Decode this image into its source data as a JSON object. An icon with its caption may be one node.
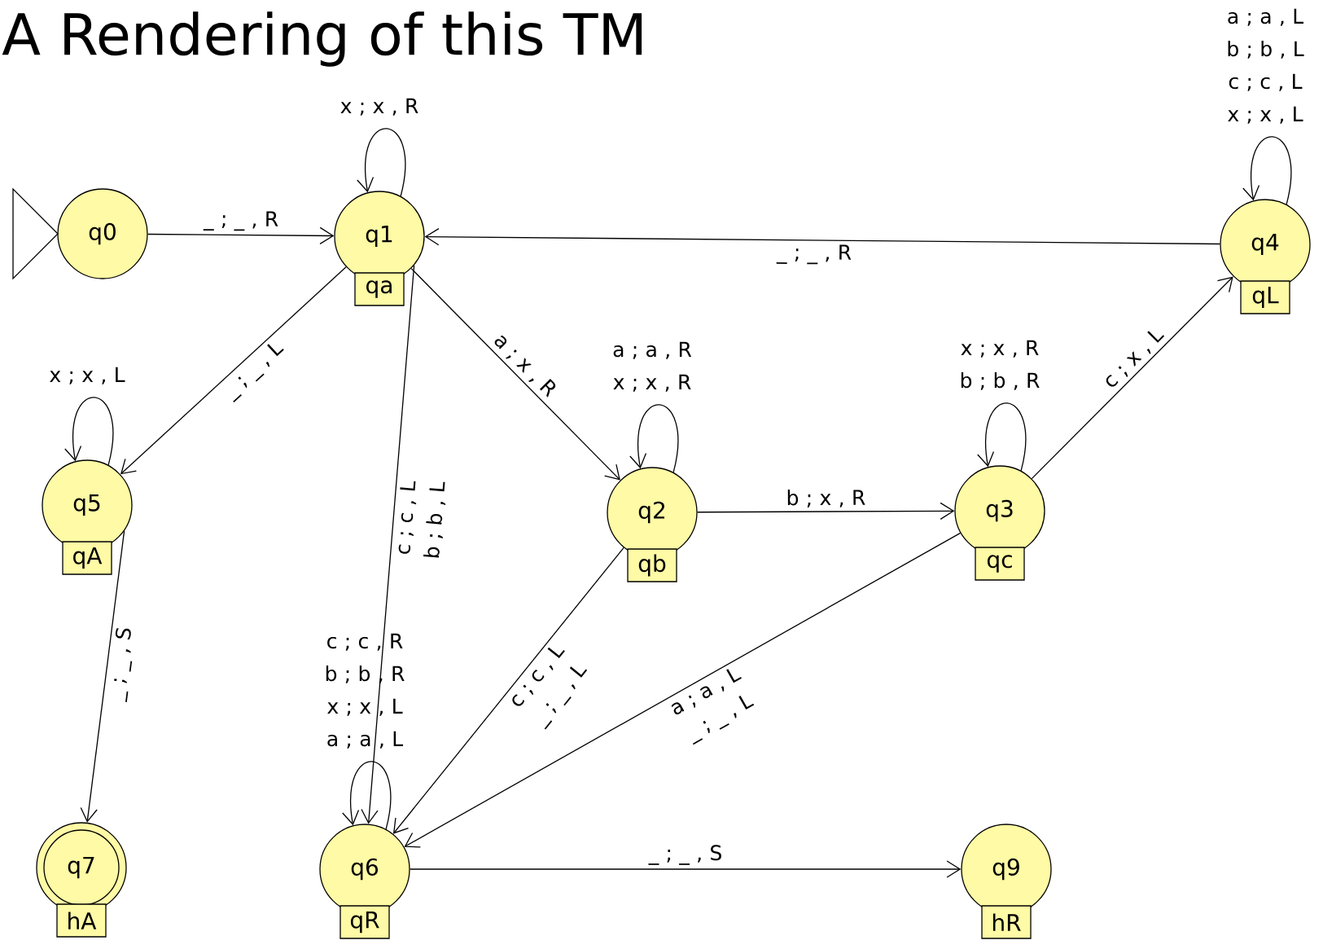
{
  "diagram": {
    "title": "A Rendering of this TM",
    "nodes": [
      {
        "text": [
          "q0"
        ]
      },
      {
        "text": [
          "q1"
        ],
        "beside": [
          "qa"
        ]
      },
      {
        "text": [
          "q4"
        ],
        "beside": [
          "qL"
        ]
      },
      {
        "text": [
          "q5"
        ],
        "beside": [
          "qA"
        ]
      },
      {
        "text": [
          "q2"
        ],
        "beside": [
          "qb"
        ]
      },
      {
        "text": [
          "q3"
        ],
        "beside": [
          "qc"
        ]
      },
      {
        "text": [
          "q7"
        ],
        "beside": [
          "hA"
        ]
      },
      {
        "text": [
          "q6"
        ],
        "beside": [
          "qR"
        ]
      },
      {
        "text": [
          "q9"
        ],
        "beside": [
          "hR"
        ]
      }
    ],
    "edges": [
      {
        "from": 0,
        "to": 1,
        "arrow": "to",
        "label": "_ ; _ , R"
      },
      {
        "from": 1,
        "to": 1,
        "arrow": "to",
        "label": "x ; x , R"
      },
      {
        "from": 2,
        "to": 1,
        "arrow": "to",
        "label": "_ ; _ , R"
      },
      {
        "from": 2,
        "to": 2,
        "arrow": "to",
        "label": "a ; a , L b ; b , L c ; c , L x ; x , L"
      },
      {
        "from": 1,
        "to": 3,
        "arrow": "to",
        "label": "_ ; _ , L"
      },
      {
        "from": 1,
        "to": 4,
        "arrow": "to",
        "label": "a ; x , R"
      },
      {
        "from": 1,
        "to": 7,
        "arrow": "to",
        "label": "c ; c , L b ; b , L"
      },
      {
        "from": 3,
        "to": 3,
        "arrow": "to",
        "label": "x ; x , L"
      },
      {
        "from": 4,
        "to": 4,
        "arrow": "to",
        "label": "a ; a , R x ; x , R"
      },
      {
        "from": 4,
        "to": 5,
        "arrow": "to",
        "label": "b ; x , R"
      },
      {
        "from": 5,
        "to": 5,
        "arrow": "to",
        "label": "x ; x , R b ; b , R"
      },
      {
        "from": 5,
        "to": 2,
        "arrow": "to",
        "label": "c ; x , L"
      },
      {
        "from": 3,
        "to": 6,
        "arrow": "to",
        "label": "_ ; _ , S"
      },
      {
        "from": 7,
        "to": 7,
        "arrow": "to",
        "label": "c ; c , R b ; b , R x ; x , L a ; a , L"
      },
      {
        "from": 4,
        "to": 7,
        "arrow": "to",
        "label": "c ; c , L _ ; _ , L"
      },
      {
        "from": 5,
        "to": 7,
        "arrow": "to",
        "label": "a ; a , L _ ; _ , L"
      },
      {
        "from": 7,
        "to": 8,
        "arrow": "to",
        "label": "_ ; _ , S"
      }
    ]
  }
}
